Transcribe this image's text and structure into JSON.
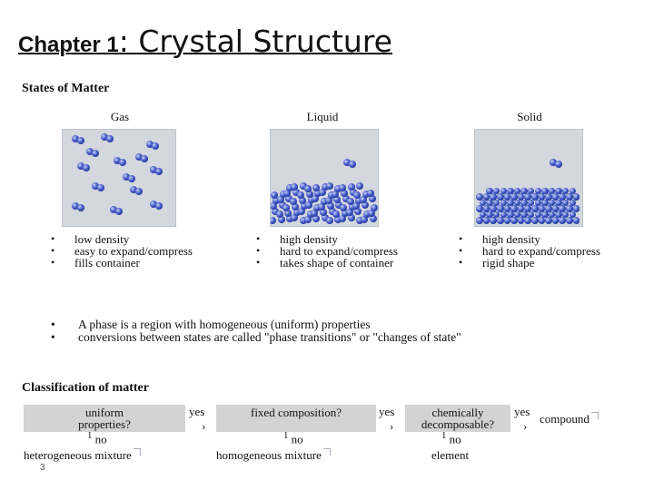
{
  "title": {
    "part1": "Chapter 1",
    "part2": ": ",
    "part3": "Crystal Structure"
  },
  "states_heading": "States of Matter",
  "columns": [
    {
      "label": "Gas",
      "props": [
        "low density",
        "easy to expand/compress",
        "fills container"
      ]
    },
    {
      "label": "Liquid",
      "props": [
        "high density",
        "hard to expand/compress",
        "takes shape of container"
      ]
    },
    {
      "label": "Solid",
      "props": [
        "high density",
        "hard to expand/compress",
        "rigid shape"
      ]
    }
  ],
  "notes": [
    "A phase is a region with homogeneous (uniform) properties",
    "conversions between states are called \"phase transitions\" or \"changes of state\""
  ],
  "classification": {
    "heading": "Classification of matter",
    "box1": "uniform properties?",
    "box2": "fixed composition?",
    "box3": "chemically decomposable?",
    "yes": "yes",
    "no": "no",
    "ones": "1",
    "result_yes": "compound",
    "result_no1": "heterogeneous mixture",
    "result_no2": "homogeneous mixture",
    "result_no3": "element"
  },
  "page_number": "3"
}
